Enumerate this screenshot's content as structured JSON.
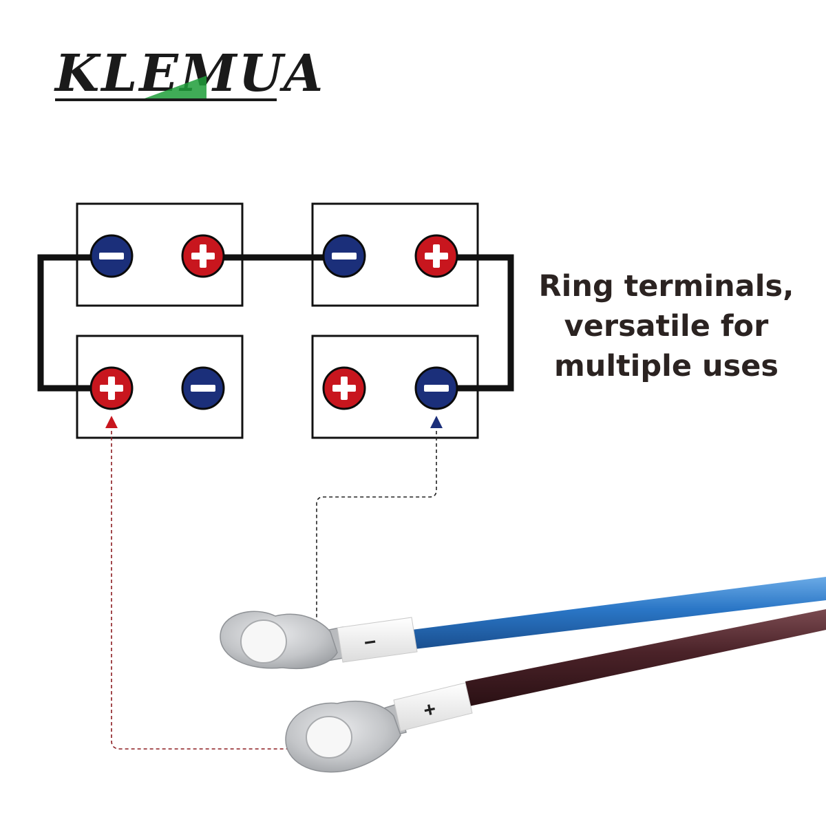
{
  "brand": {
    "name": "KLEMUA",
    "primary_color": "#1a1a1a",
    "accent_color": "#1f9d3a"
  },
  "caption": {
    "lines": [
      "Ring terminals,",
      "versatile for",
      "multiple uses"
    ],
    "color": "#2b2321"
  },
  "diagram": {
    "positive_color": "#c8161e",
    "negative_color": "#1b2f7a",
    "wire_color": "#111111",
    "terminal_symbols": {
      "positive": "+",
      "negative": "−"
    }
  },
  "cables": {
    "negative_sleeve_label": "−",
    "positive_sleeve_label": "+",
    "negative_wire_color": "#2a76c6",
    "positive_wire_color": "#4a2228"
  },
  "leader_colors": {
    "positive": "#8b1a1f",
    "negative": "#222222"
  }
}
